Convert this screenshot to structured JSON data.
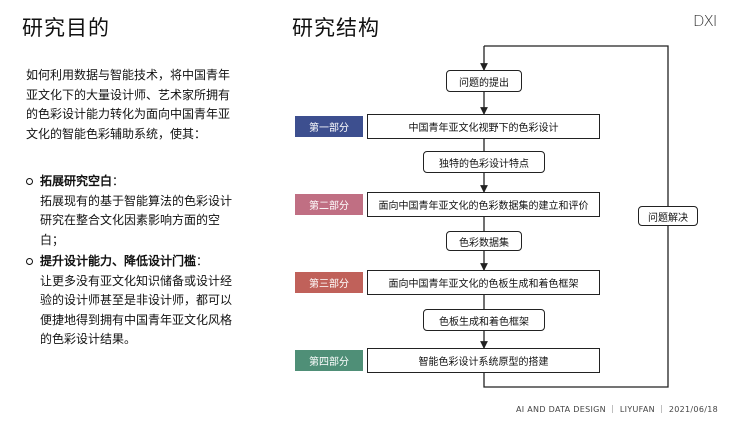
{
  "logo_text": "DXI",
  "left": {
    "title": "研究目的",
    "intro": "如何利用数据与智能技术，将中国青年亚文化下的大量设计师、艺术家所拥有的色彩设计能力转化为面向中国青年亚文化的智能色彩辅助系统，使其：",
    "bullets": [
      {
        "title": "拓展研究空白",
        "colon": "：",
        "body": "拓展现有的基于智能算法的色彩设计研究在整合文化因素影响方面的空白；"
      },
      {
        "title": "提升设计能力、降低设计门槛",
        "colon": "：",
        "body": "让更多没有亚文化知识储备或设计经验的设计师甚至是非设计师，都可以便捷地得到拥有中国青年亚文化风格的色彩设计结果。"
      }
    ]
  },
  "right": {
    "title": "研究结构",
    "top_box": "问题的提出",
    "sections": [
      {
        "tag": "第一部分",
        "color": "#3d4f8f",
        "box": "中国青年亚文化视野下的色彩设计"
      },
      {
        "tag": "第二部分",
        "color": "#c06f83",
        "box": "面向中国青年亚文化的色彩数据集的建立和评价"
      },
      {
        "tag": "第三部分",
        "color": "#c0615a",
        "box": "面向中国青年亚文化的色板生成和着色框架"
      },
      {
        "tag": "第四部分",
        "color": "#4f8f77",
        "box": "智能色彩设计系统原型的搭建"
      }
    ],
    "intermediates": [
      "独特的色彩设计特点",
      "色彩数据集",
      "色板生成和着色框架"
    ],
    "loop_label": "问题解决"
  },
  "footer": "AI AND DATA DESIGN ｜ LIYUFAN ｜ 2021/06/18"
}
